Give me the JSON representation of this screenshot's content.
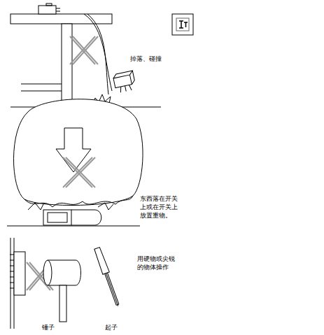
{
  "diagram": {
    "labels": [
      "掉落、碰撞",
      "东西落在开关 上或在开关上 放置重物。",
      "用硬物或尖锐 的物体操作",
      "锤子",
      "起子"
    ]
  }
}
